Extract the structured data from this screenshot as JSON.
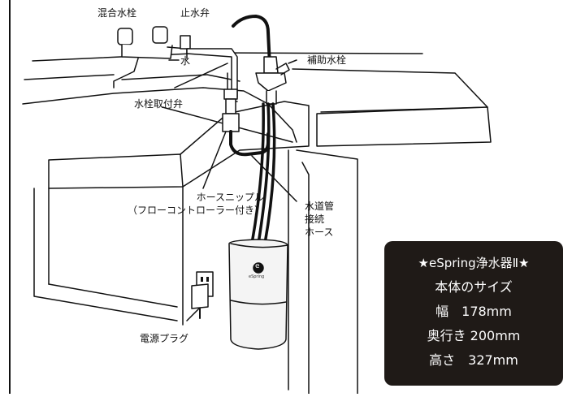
{
  "labels": {
    "mixing_faucet": "混合水栓",
    "stop_valve": "止水弁",
    "water": "水",
    "aux_faucet": "補助水栓",
    "faucet_mount_valve": "水栓取付弁",
    "hose_nipple_line1": "ホースニップル",
    "hose_nipple_line2": "（フローコントローラー付き）",
    "supply_hose_line1": "水道管",
    "supply_hose_line2": "接続",
    "supply_hose_line3": "ホース",
    "power_plug": "電源プラグ",
    "unit_logo": "e",
    "unit_brand": "eSpring"
  },
  "spec": {
    "title": "★eSpring浄水器Ⅱ★",
    "subtitle": "本体のサイズ",
    "width": "幅　178mm",
    "depth": "奥行き 200mm",
    "height": "高さ　327mm"
  },
  "colors": {
    "line": "#111111",
    "spec_bg": "#1f1a17",
    "spec_text": "#ffffff",
    "unit_body": "#f4f4f4"
  }
}
